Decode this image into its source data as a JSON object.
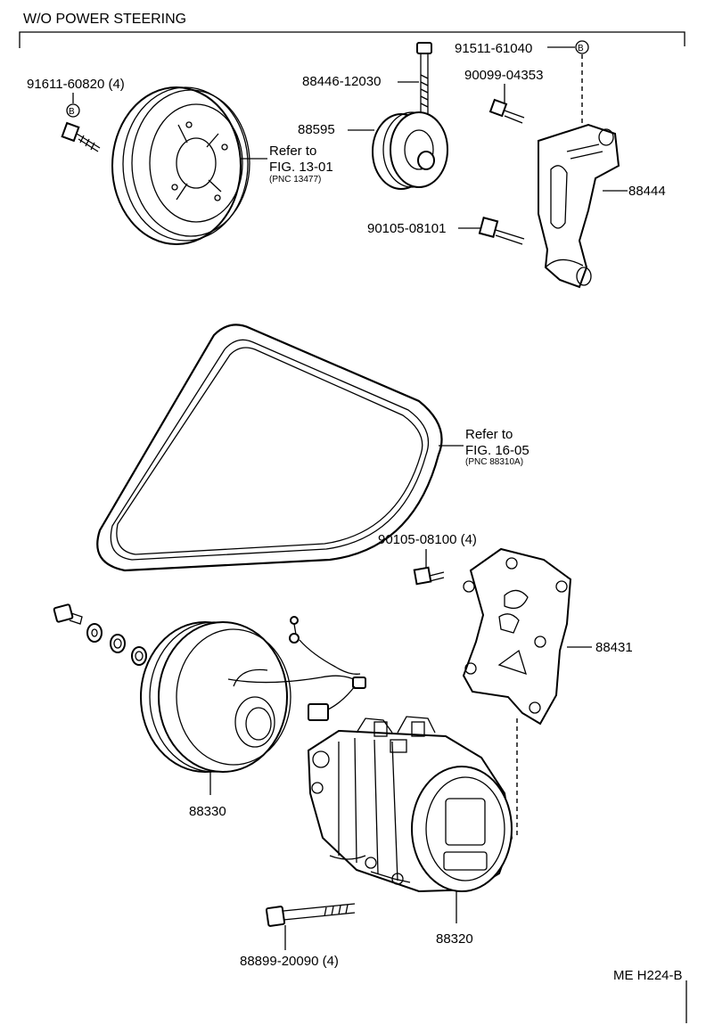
{
  "header": {
    "title": "W/O POWER STEERING"
  },
  "labels": {
    "crank_bolt": "91611-60820 (4)",
    "idler_bolt": "88446-12030",
    "idler_pulley": "88595",
    "bracket_bolt_b": "91511-61040",
    "bolt_04353": "90099-04353",
    "bracket_88444": "88444",
    "bolt_08101": "90105-08101",
    "bolt_08100": "90105-08100 (4)",
    "bracket_88431": "88431",
    "clutch": "88330",
    "compressor": "88320",
    "long_bolt": "88899-20090 (4)",
    "marker_b": "B"
  },
  "refs": {
    "pulley": {
      "line1": "Refer to",
      "line2": "FIG. 13-01",
      "line3": "(PNC 13477)"
    },
    "belt": {
      "line1": "Refer to",
      "line2": "FIG. 16-05",
      "line3": "(PNC 88310A)"
    }
  },
  "footer": {
    "code": "ME H224-B"
  }
}
